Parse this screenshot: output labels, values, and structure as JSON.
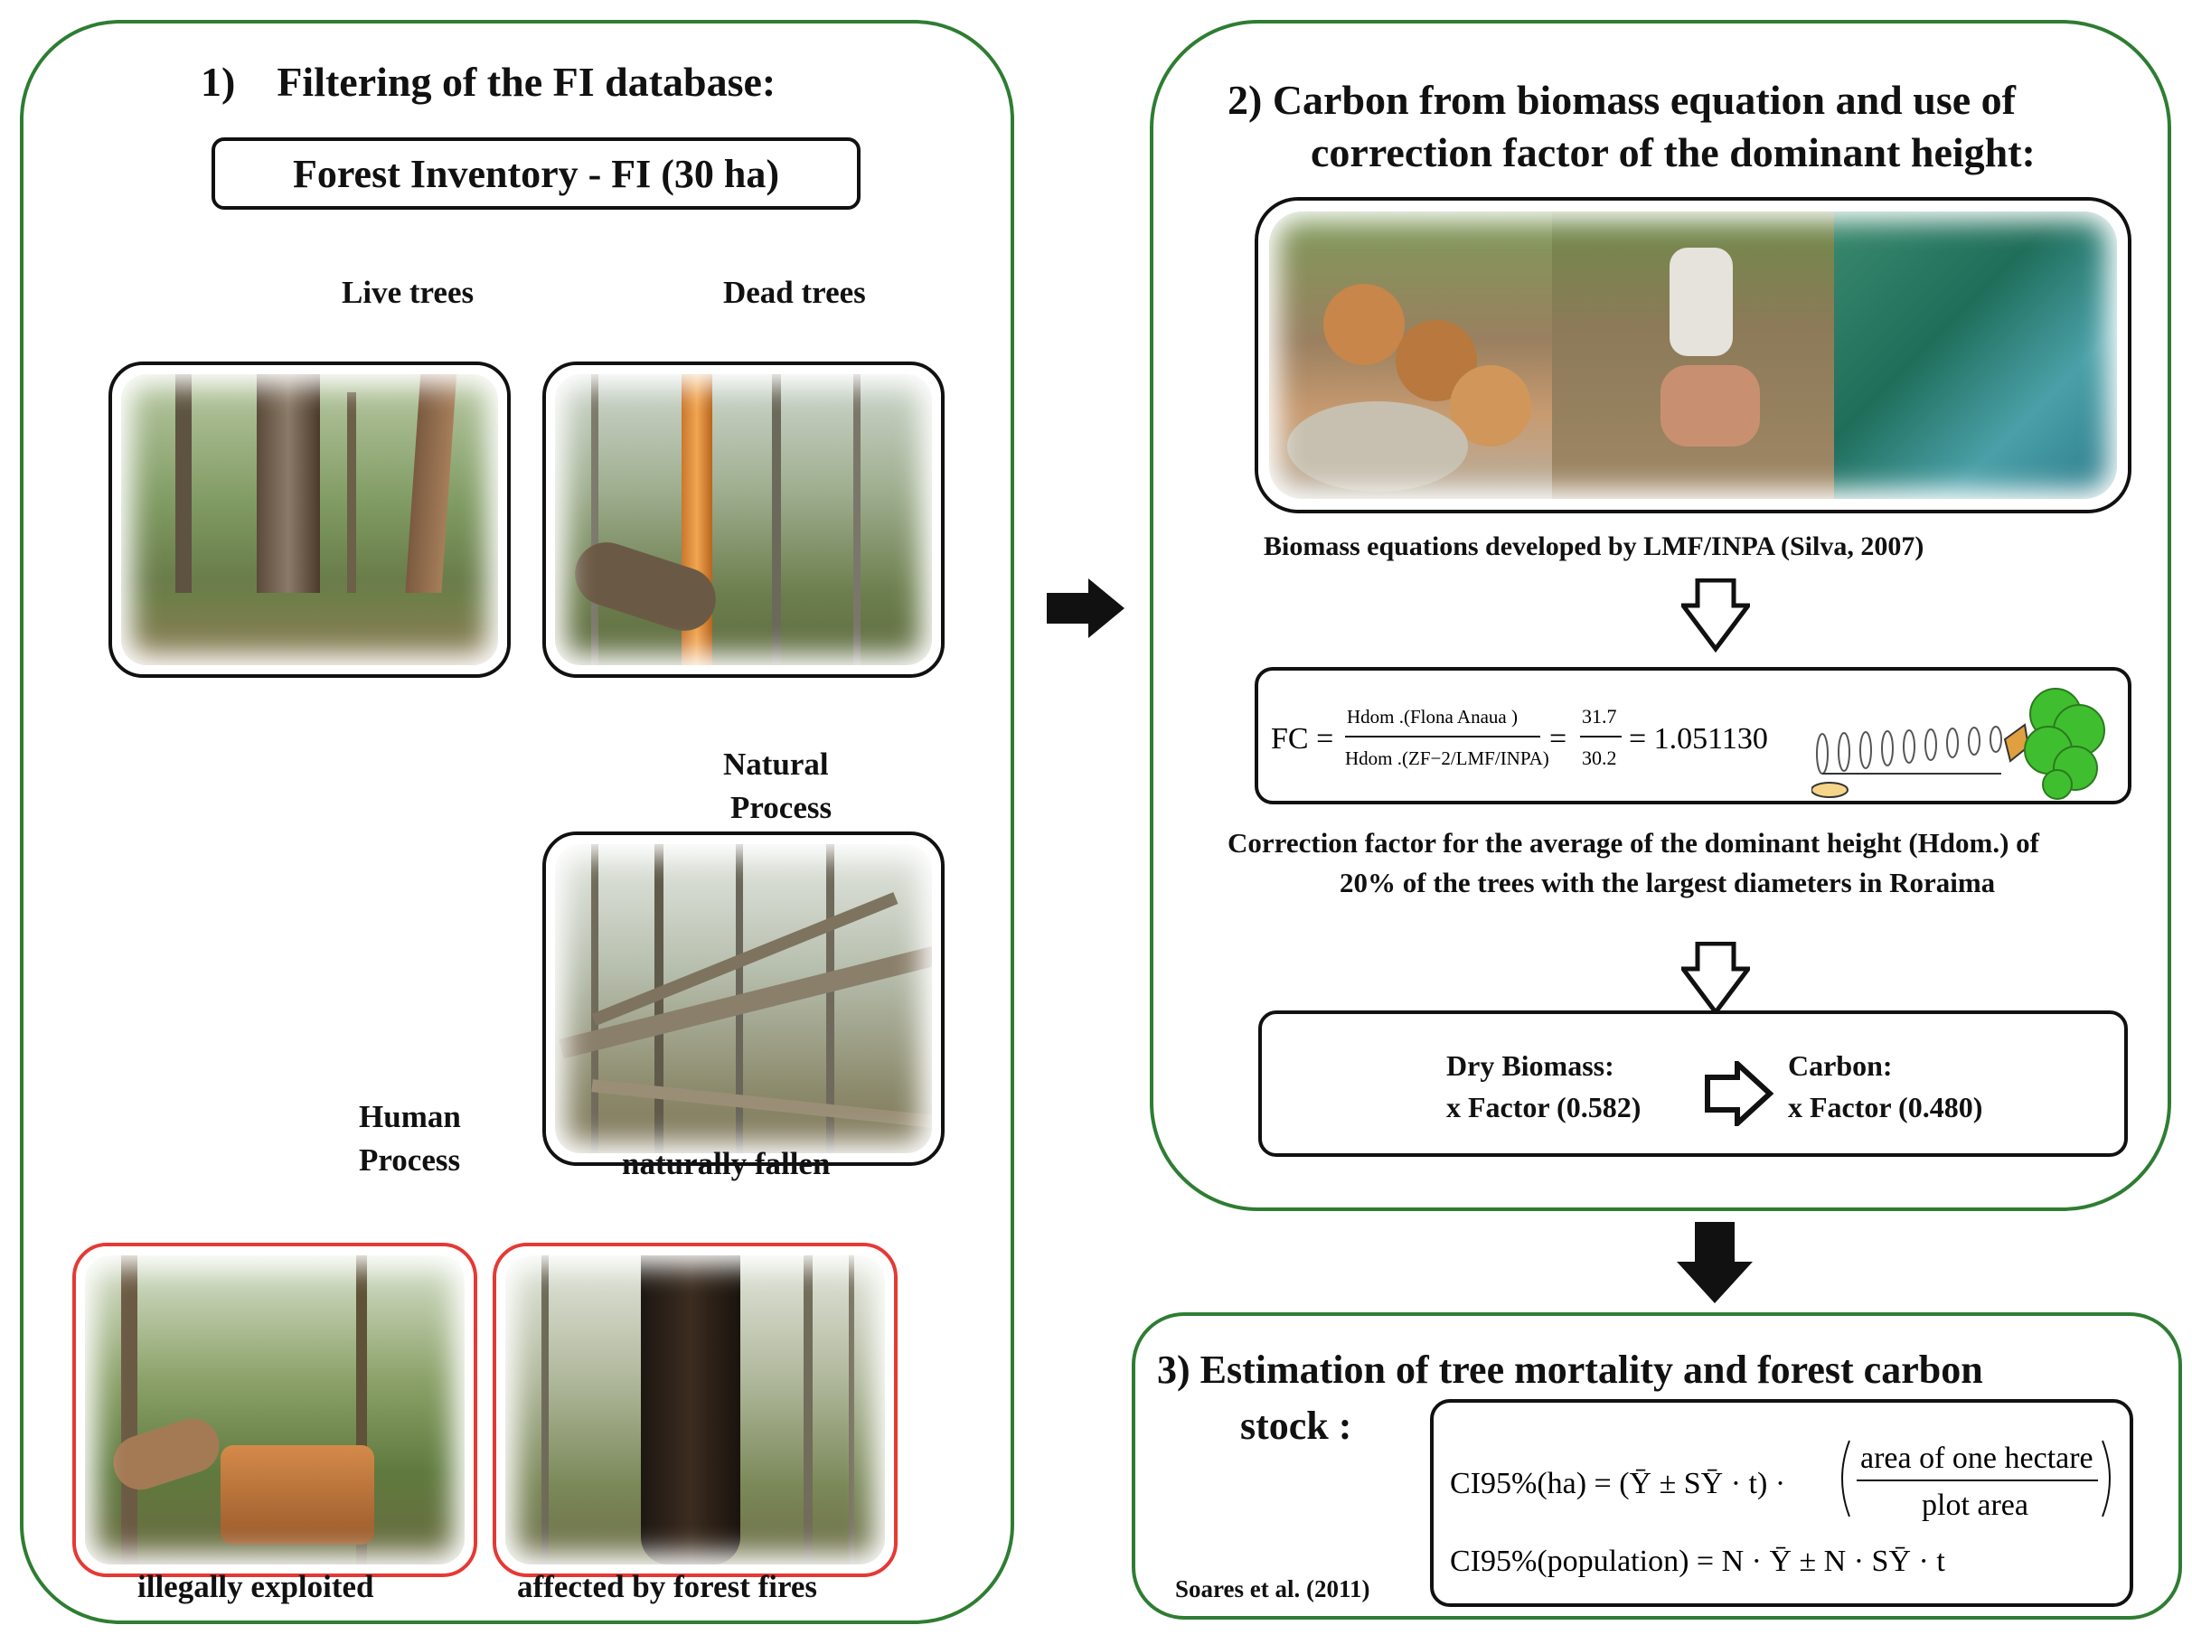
{
  "panel1": {
    "title": "1)    Filtering of the FI database:",
    "root_box": "Forest Inventory - FI (30 ha)",
    "live_trees": "Live trees",
    "dead_trees": "Dead trees",
    "natural_process_1": "Natural",
    "natural_process_2": "Process",
    "human_process_1": "Human",
    "human_process_2": "Process",
    "naturally_fallen": "naturally fallen",
    "illegally_exploited": "illegally exploited",
    "affected_by_fires": "affected by forest fires"
  },
  "panel2": {
    "title_line1": "2) Carbon from biomass equation and use of",
    "title_line2": "correction factor of the dominant height:",
    "biomass_caption": "Biomass equations developed by LMF/INPA (Silva, 2007)",
    "fc_equation": {
      "lhs": "FC =",
      "numerator": "Hdom .(Flona Anaua )",
      "denominator": "Hdom .(ZF−2/LMF/INPA)",
      "num2": "31.7",
      "den2": "30.2",
      "result": "= 1.051130"
    },
    "correction_caption_line1": "Correction factor for the average of the dominant height (Hdom.) of",
    "correction_caption_line2": "20% of the trees with the largest diameters in Roraima",
    "dry_biomass_label": "Dry Biomass:",
    "dry_biomass_factor": "x Factor (0.582)",
    "carbon_label": "Carbon:",
    "carbon_factor": "x  Factor (0.480)"
  },
  "panel3": {
    "title_line1": "3) Estimation of tree mortality and forest carbon",
    "title_line2": "stock :",
    "citation": "Soares et al. (2011)",
    "eq1_lhs": "CI95%(ha) = (Ȳ ± SȲ · t) ·",
    "eq1_num": "area of one hectare",
    "eq1_den": "plot area",
    "eq2": "CI95%(population) = N · Ȳ ± N · SȲ · t"
  },
  "colors": {
    "panel_border": "#2e7d32",
    "human_branch": "#e53935",
    "line": "#111111"
  }
}
